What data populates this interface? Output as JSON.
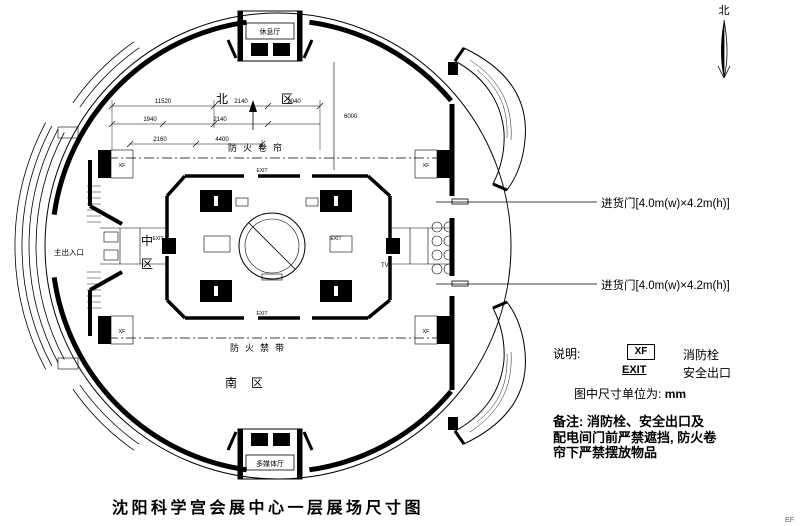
{
  "compass": {
    "label": "北"
  },
  "plan": {
    "zone_north": [
      "北",
      "区"
    ],
    "zone_middle": [
      "中",
      "区"
    ],
    "zone_south": [
      "南",
      "区"
    ],
    "main_entrance": "主出入口",
    "fire_shutter_top": "防火卷帘",
    "fire_belt_bottom": "防火禁带",
    "top_hall_label": "休息厅",
    "bottom_hall_label": "多媒体厅",
    "xf_label": "XF",
    "exit_label": "EXIT",
    "tv_label": "TV",
    "dims": [
      "11520",
      "2140",
      "2040",
      "1940",
      "2140",
      "2160",
      "4400",
      "6000"
    ]
  },
  "annotations": {
    "delivery_doors": [
      "进货门[4.0m(w)×4.2m(h)]",
      "进货门[4.0m(w)×4.2m(h)]"
    ]
  },
  "legend": {
    "heading": "说明:",
    "xf_symbol": "XF",
    "xf_desc": "消防栓",
    "exit_symbol": "EXIT",
    "exit_desc": "安全出口",
    "units_label": "图中尺寸单位为:",
    "units_value": "mm"
  },
  "notes": {
    "line1": "备注: 消防栓、安全出口及",
    "line2": "配电间门前严禁遮挡, 防火卷",
    "line3": "帘下严禁摆放物品"
  },
  "caption": "沈阳科学宫会展中心一层展场尺寸图",
  "corner_mark": "EF",
  "colors": {
    "ink": "#000000",
    "bg": "#ffffff"
  }
}
